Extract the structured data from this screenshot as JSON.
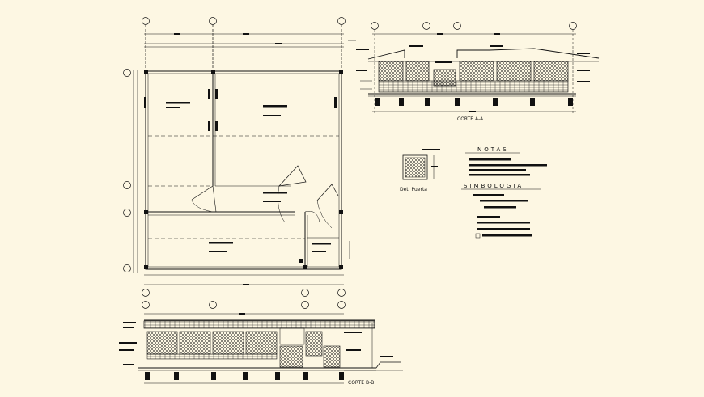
{
  "labels": {
    "corte_aa": "CORTE A-A",
    "corte_bb": "CORTE B-B",
    "notas": "NOTAS",
    "simbologia": "SIMBOLOGIA",
    "det_puerta": "Det. Puerta"
  },
  "colors": {
    "background": "#fdf7e3",
    "line": "#111111"
  }
}
